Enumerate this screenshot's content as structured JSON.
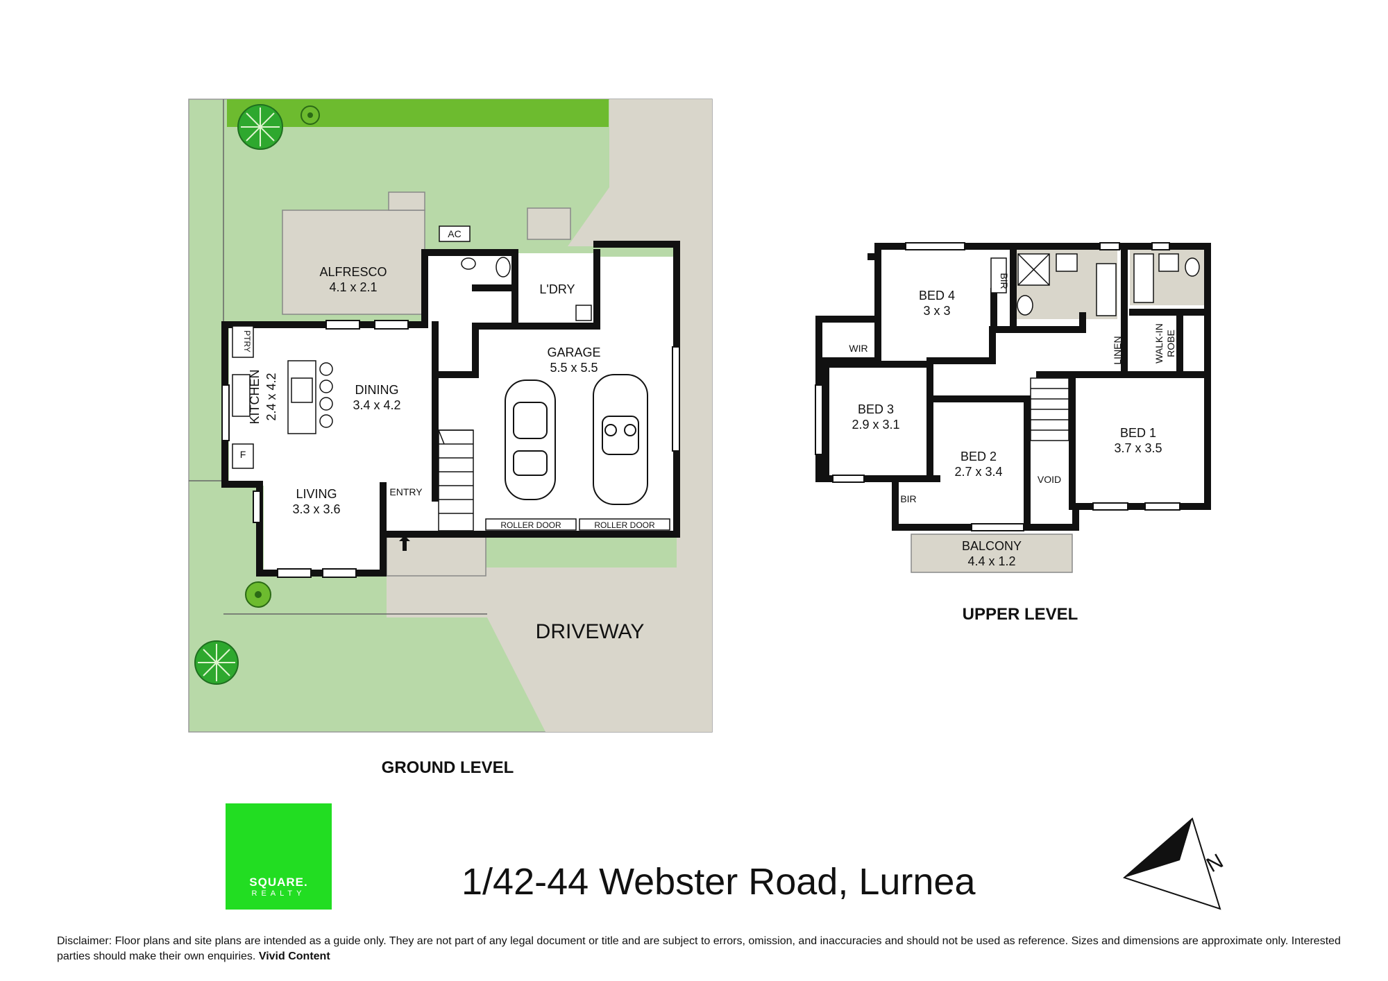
{
  "colors": {
    "lawn": "#b8d9a8",
    "hedge": "#6dbb2f",
    "paving": "#d9d6cb",
    "wall": "#111111",
    "logo_green": "#22dd22"
  },
  "ground_level": {
    "title": "GROUND LEVEL",
    "driveway": "DRIVEWAY",
    "rooms": {
      "alfresco": {
        "name": "ALFRESCO",
        "size": "4.1 x 2.1"
      },
      "laundry": {
        "name": "L'DRY"
      },
      "ac": {
        "name": "AC"
      },
      "pantry": {
        "name": "PTRY"
      },
      "kitchen": {
        "name": "KITCHEN",
        "size": "2.4 x 4.2"
      },
      "fridge": {
        "name": "F"
      },
      "dining": {
        "name": "DINING",
        "size": "3.4 x 4.2"
      },
      "living": {
        "name": "LIVING",
        "size": "3.3 x 3.6"
      },
      "entry": {
        "name": "ENTRY"
      },
      "garage": {
        "name": "GARAGE",
        "size": "5.5 x 5.5"
      }
    },
    "roller_door_1": "ROLLER DOOR",
    "roller_door_2": "ROLLER DOOR"
  },
  "upper_level": {
    "title": "UPPER LEVEL",
    "rooms": {
      "bed4": {
        "name": "BED 4",
        "size": "3 x 3"
      },
      "bir_bed4": {
        "name": "BIR"
      },
      "wir": {
        "name": "WIR"
      },
      "bed3": {
        "name": "BED 3",
        "size": "2.9 x 3.1"
      },
      "bed2": {
        "name": "BED 2",
        "size": "2.7 x 3.4"
      },
      "bir_bed2": {
        "name": "BIR"
      },
      "void": {
        "name": "VOID"
      },
      "linen": {
        "name": "LINEN"
      },
      "walk_in_robe": {
        "name1": "WALK-IN",
        "name2": "ROBE"
      },
      "bed1": {
        "name": "BED 1",
        "size": "3.7 x 3.5"
      },
      "balcony": {
        "name": "BALCONY",
        "size": "4.4 x 1.2"
      }
    }
  },
  "compass": {
    "label": "N"
  },
  "logo": {
    "line1": "SQUARE.",
    "line2": "REALTY"
  },
  "address": "1/42-44 Webster Road, Lurnea",
  "disclaimer": {
    "text": "Disclaimer: Floor plans and site plans are intended as a guide only. They are not part of any legal document or title and are subject to errors, omission, and inaccuracies and should not be used as reference. Sizes and dimensions are approximate only. Interested parties should make their own enquiries.",
    "credit": "Vivid Content"
  }
}
